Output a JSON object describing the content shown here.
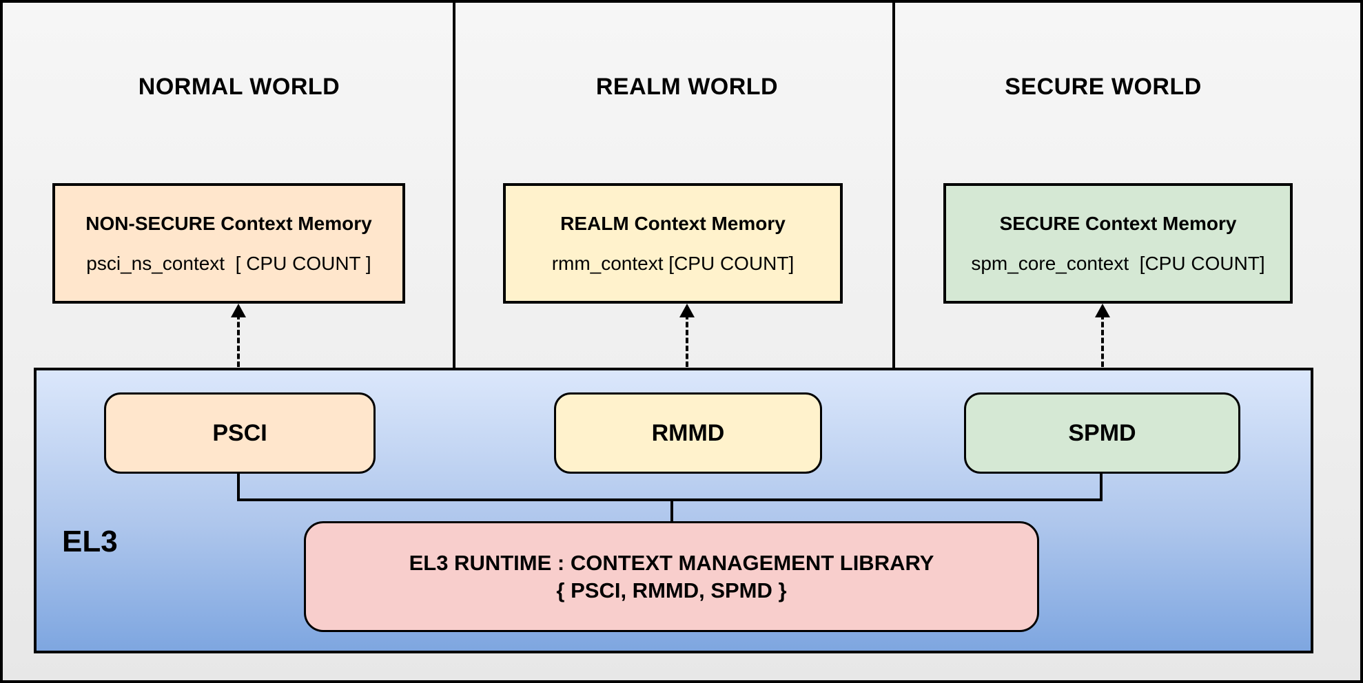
{
  "worlds": [
    {
      "title": "NORMAL WORLD",
      "memory": {
        "title": "NON-SECURE Context Memory",
        "subtitle": "psci_ns_context  [ CPU COUNT ]"
      },
      "module": "PSCI",
      "color": "#ffe6cc"
    },
    {
      "title": "REALM WORLD",
      "memory": {
        "title": "REALM Context Memory",
        "subtitle": "rmm_context [CPU COUNT]"
      },
      "module": "RMMD",
      "color": "#fff2cc"
    },
    {
      "title": "SECURE WORLD",
      "memory": {
        "title": "SECURE Context Memory",
        "subtitle": "spm_core_context  [CPU COUNT]"
      },
      "module": "SPMD",
      "color": "#d5e8d4"
    }
  ],
  "el3": {
    "label": "EL3",
    "runtime": {
      "line1": "EL3 RUNTIME : CONTEXT MANAGEMENT LIBRARY",
      "line2": "{ PSCI, RMMD, SPMD }"
    },
    "runtime_color": "#f8cecc",
    "gradient_top": "#dbe7fb",
    "gradient_bottom": "#7ea6e0"
  },
  "colors": {
    "line": "#000000",
    "canvas_top": "#f6f6f6",
    "canvas_bottom": "#e7e7e7"
  }
}
